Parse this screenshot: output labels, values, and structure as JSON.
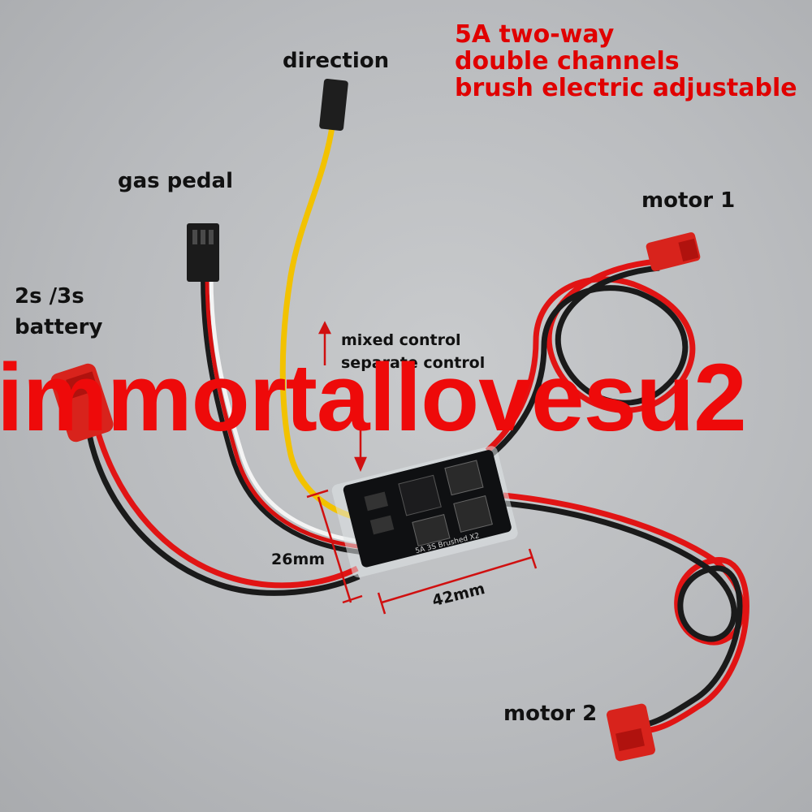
{
  "title_lines": [
    "5A two-way",
    "double channels",
    "brush electric adjustable"
  ],
  "labels": {
    "direction": "direction",
    "gas_pedal": "gas pedal",
    "battery_line1": "2s /3s",
    "battery_line2": "battery",
    "motor1": "motor 1",
    "motor2": "motor 2",
    "mixed_control": "mixed control",
    "separate_control": "separate control",
    "width_dim": "26mm",
    "length_dim": "42mm"
  },
  "board_marking": "5A 3S Brushed X2",
  "watermark": "immortallovesu2",
  "colors": {
    "title": "#e00000",
    "watermark": "#ee0a0a",
    "label": "#111111",
    "red_wire": "#e11414",
    "black_wire": "#1a1a1a",
    "yellow_wire": "#f2c200",
    "connector_red": "#d8231c",
    "board": "#0f1012"
  }
}
